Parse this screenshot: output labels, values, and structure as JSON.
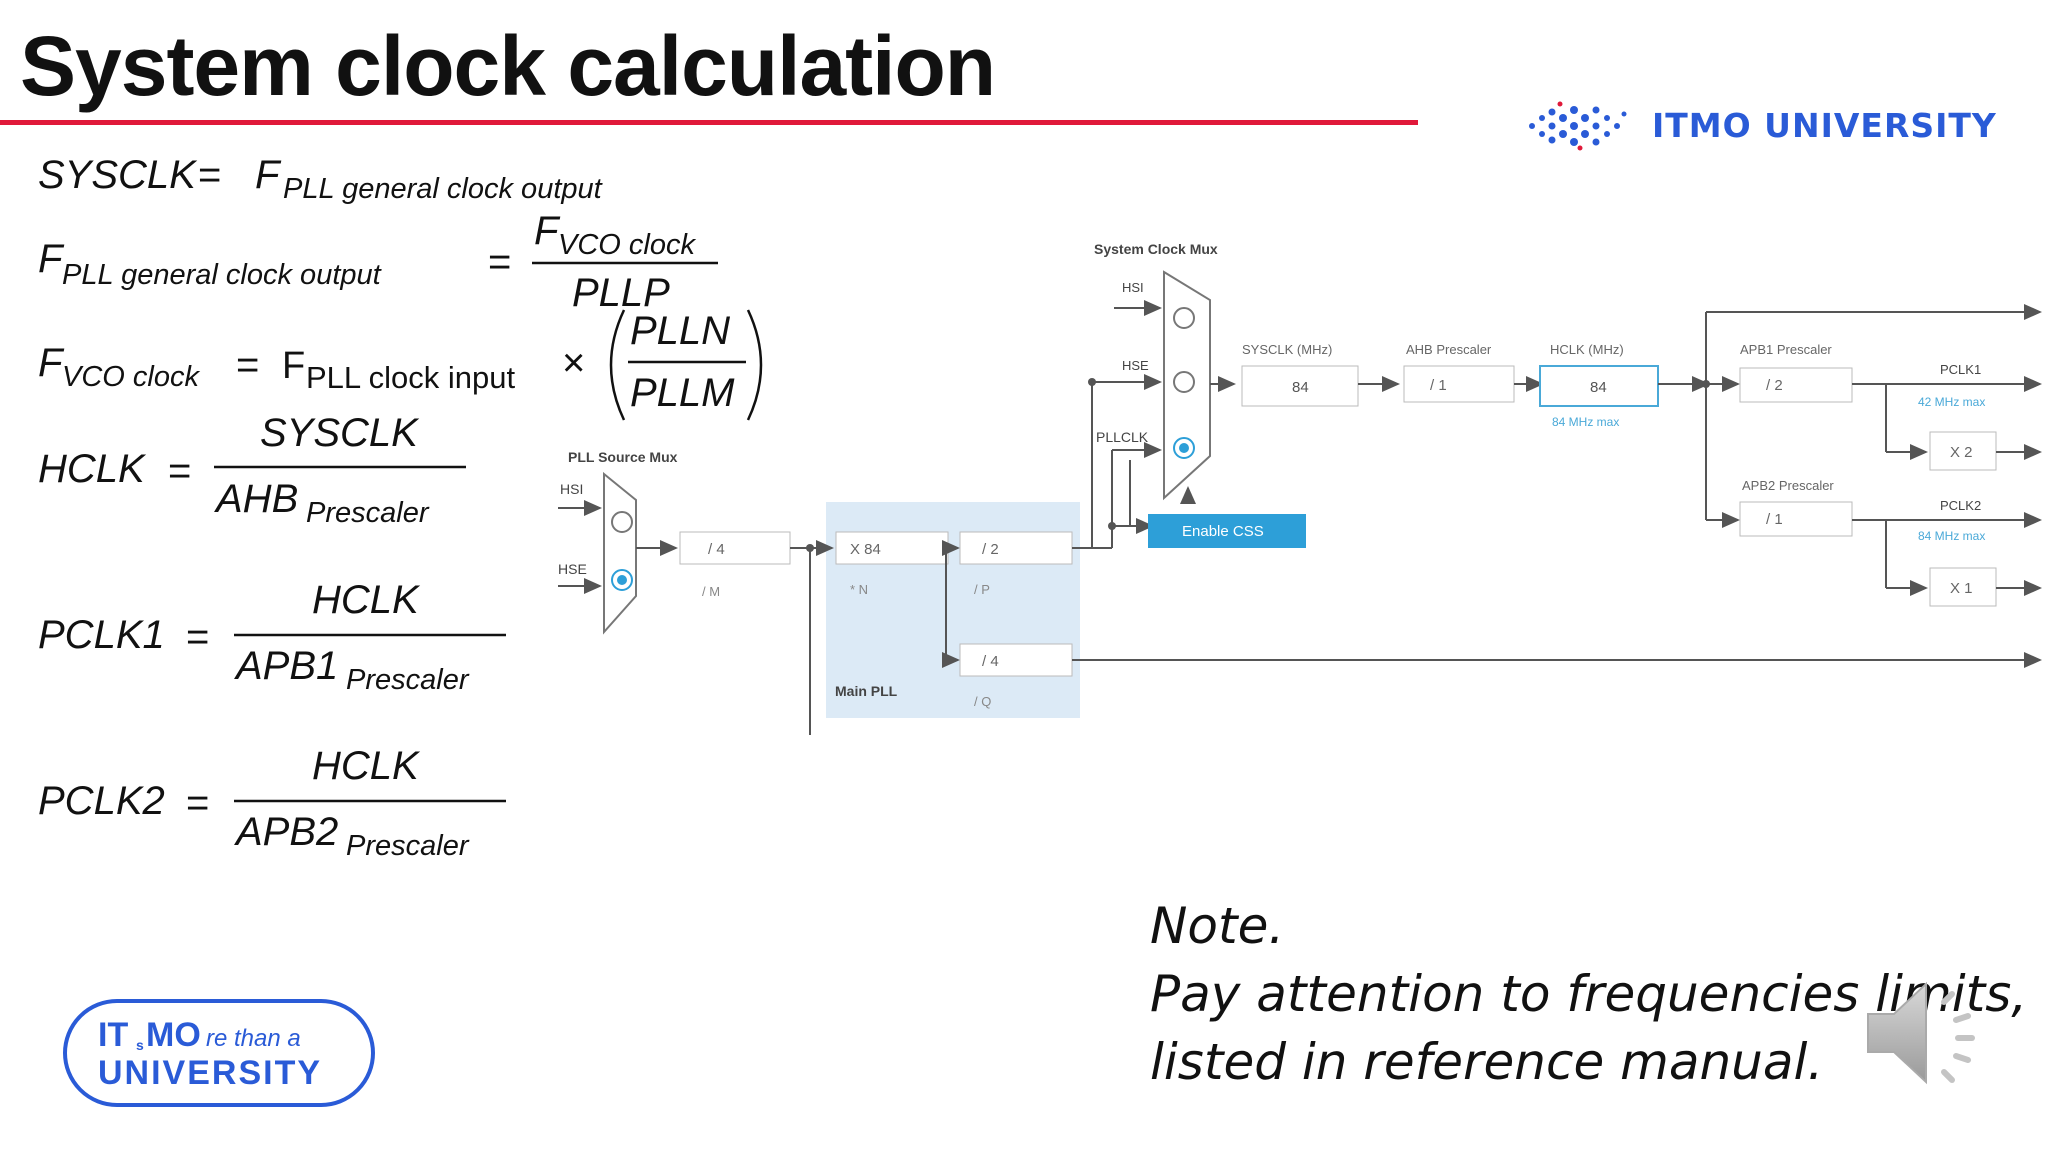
{
  "slide": {
    "title": "System clock calculation",
    "logo_top_text": "ITMO UNIVERSITY",
    "logo_bottom_line1_a": "IT",
    "logo_bottom_line1_b": "MO",
    "logo_bottom_line1_script": "re than a",
    "logo_bottom_line1_small": "s",
    "logo_bottom_line2": "UNIVERSITY"
  },
  "formulas": {
    "f1_lhs": "SYSCLK",
    "f1_rhs_main": "F",
    "f1_rhs_sub": "PLL general clock output",
    "f2_lhs_main": "F",
    "f2_lhs_sub": "PLL general clock output",
    "f2_num_main": "F",
    "f2_num_sub": "VCO clock",
    "f2_den": "PLLP",
    "f3_lhs_main": "F",
    "f3_lhs_sub": "VCO clock",
    "f3_mid_main": "F",
    "f3_mid_sub": "PLL clock input",
    "f3_times": "×",
    "f3_num": "PLLN",
    "f3_den": "PLLM",
    "f4_lhs": "HCLK",
    "f4_num": "SYSCLK",
    "f4_den_main": "AHB",
    "f4_den_sub": "Prescaler",
    "f5_lhs": "PCLK1",
    "f5_num": "HCLK",
    "f5_den_main": "APB1",
    "f5_den_sub": "Prescaler",
    "f6_lhs": "PCLK2",
    "f6_num": "HCLK",
    "f6_den_main": "APB2",
    "f6_den_sub": "Prescaler",
    "equals": "="
  },
  "diagram": {
    "pll_source_mux": "PLL Source Mux",
    "hsi": "HSI",
    "hse": "HSE",
    "div_m_value": "/ 4",
    "div_m_label": "/ M",
    "mul_n_value": "X 84",
    "mul_n_label": "* N",
    "div_p_value": "/ 2",
    "div_p_label": "/ P",
    "div_q_value": "/ 4",
    "div_q_label": "/ Q",
    "main_pll": "Main PLL",
    "system_clock_mux": "System Clock Mux",
    "pllclk": "PLLCLK",
    "enable_css": "Enable CSS",
    "sysclk_label": "SYSCLK (MHz)",
    "sysclk_value": "84",
    "ahb_label": "AHB Prescaler",
    "ahb_value": "/ 1",
    "hclk_label": "HCLK (MHz)",
    "hclk_value": "84",
    "hclk_max": "84 MHz max",
    "apb1_label": "APB1 Prescaler",
    "apb1_value": "/ 2",
    "pclk1": "PCLK1",
    "pclk1_max": "42 MHz max",
    "x2": "X 2",
    "apb2_label": "APB2 Prescaler",
    "apb2_value": "/ 1",
    "pclk2": "PCLK2",
    "pclk2_max": "84 MHz max",
    "x1": "X 1"
  },
  "note": {
    "line1": "Note.",
    "line2": "Pay attention to frequencies limits,",
    "line3": "listed in reference manual."
  },
  "colors": {
    "title_rule": "#e0193a",
    "itmo_blue": "#2a5bd7",
    "enable_css_bg": "#2d9fd8",
    "pll_region": "#dceaf6",
    "hclk_box": "#4aa9d8"
  },
  "icons": {
    "speaker": "speaker-icon"
  }
}
